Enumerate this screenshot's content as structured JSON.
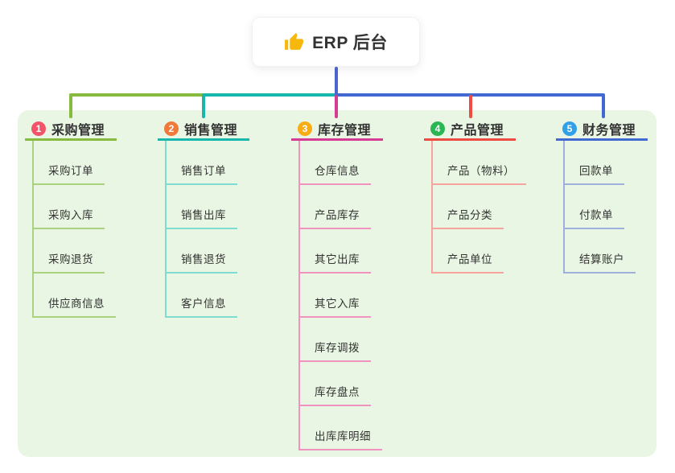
{
  "root": {
    "title": "ERP 后台",
    "icon": "thumbs-up-icon"
  },
  "colors": {
    "trunk": "#4c66cf",
    "panel_bg": "#e9f6e3",
    "text": "#333333",
    "icon_yellow": "#f7b80e"
  },
  "branches": [
    {
      "number": "1",
      "title": "采购管理",
      "badge_color": "#f25368",
      "line_color": "#86bb3f",
      "light_color": "#a9d380",
      "items": [
        "采购订单",
        "采购入库",
        "采购退货",
        "供应商信息"
      ]
    },
    {
      "number": "2",
      "title": "销售管理",
      "badge_color": "#ef7a3a",
      "line_color": "#17b8ab",
      "light_color": "#7edcd2",
      "items": [
        "销售订单",
        "销售出库",
        "销售退货",
        "客户信息"
      ]
    },
    {
      "number": "3",
      "title": "库存管理",
      "badge_color": "#f8ac16",
      "line_color": "#d53c94",
      "light_color": "#f093c0",
      "items": [
        "仓库信息",
        "产品库存",
        "其它出库",
        "其它入库",
        "库存调拨",
        "库存盘点",
        "出库库明细"
      ]
    },
    {
      "number": "4",
      "title": "产品管理",
      "badge_color": "#2cb553",
      "line_color": "#ee4b43",
      "light_color": "#f8a49e",
      "items": [
        "产品（物料）",
        "产品分类",
        "产品单位"
      ]
    },
    {
      "number": "5",
      "title": "财务管理",
      "badge_color": "#31a0e8",
      "line_color": "#4169d1",
      "light_color": "#a0b0dd",
      "items": [
        "回款单",
        "付款单",
        "结算账户"
      ]
    }
  ]
}
